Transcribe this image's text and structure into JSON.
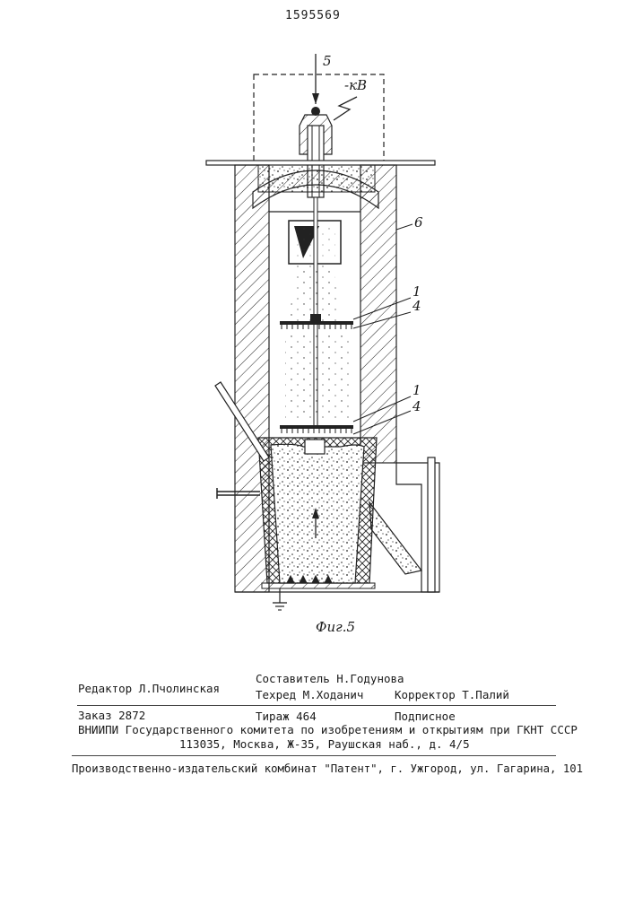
{
  "page_number": "1595569",
  "figure": {
    "labels": {
      "input": "5",
      "voltage": "-кВ",
      "housing": "6",
      "disk_upper": "1",
      "nozzle_upper": "4",
      "disk_lower": "1",
      "nozzle_lower": "4"
    },
    "caption": "Фиг.5"
  },
  "credits": {
    "editor": "Редактор Л.Пчолинская",
    "compiler": "Составитель Н.Годунова",
    "techred": "Техред М.Ходанич",
    "corrector": "Корректор Т.Палий",
    "order": "Заказ 2872",
    "circulation": "Тираж 464",
    "subscription": "Подписное",
    "institute": "ВНИИПИ Государственного комитета по изобретениям и открытиям при ГКНТ СССР",
    "address": "113035, Москва, Ж-35, Раушская наб., д. 4/5",
    "publisher": "Производственно-издательский комбинат \"Патент\", г. Ужгород, ул. Гагарина, 101"
  }
}
